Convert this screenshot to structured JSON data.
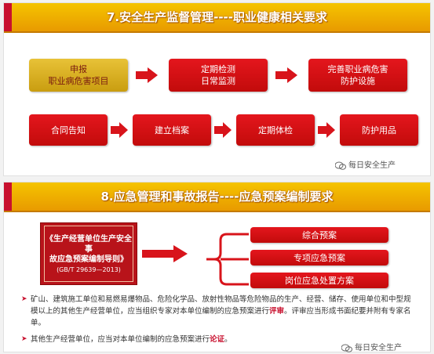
{
  "section1": {
    "title": "7.安全生产监督管理----职业健康相关要求",
    "row1": [
      "申报\n职业病危害项目",
      "定期检测\n日常监测",
      "完善职业病危害\n防护设施"
    ],
    "row2": [
      "合同告知",
      "建立档案",
      "定期体检",
      "防护用品"
    ],
    "watermark": "每日安全生产"
  },
  "section2": {
    "title": "8.应急管理和事故报告----应急预案编制要求",
    "guide_title": "《生产经营单位生产安全事\n故应急预案编制导则》",
    "guide_code": "(GB/T 29639—2013)",
    "plans": [
      "综合预案",
      "专项应急预案",
      "岗位应急处置方案"
    ],
    "bullet1_a": "矿山、建筑施工单位和易燃易爆物品、危险化学品、放射性物品等危险物品的生产、经营、储存、使用单位和中型规模以上的其他生产经营单位，应当组织专家对本单位编制的应急预案进行",
    "bullet1_hl": "评审",
    "bullet1_b": "。评审应当形成书面纪要并附有专家名单。",
    "bullet2_a": "其他生产经营单位，应当对本单位编制的应急预案进行",
    "bullet2_hl": "论证",
    "bullet2_b": "。",
    "watermark": "每日安全生产"
  },
  "colors": {
    "accent_red": "#c8102e",
    "banner_gold": "#f0b400",
    "box_gold": "#d9b02a"
  }
}
